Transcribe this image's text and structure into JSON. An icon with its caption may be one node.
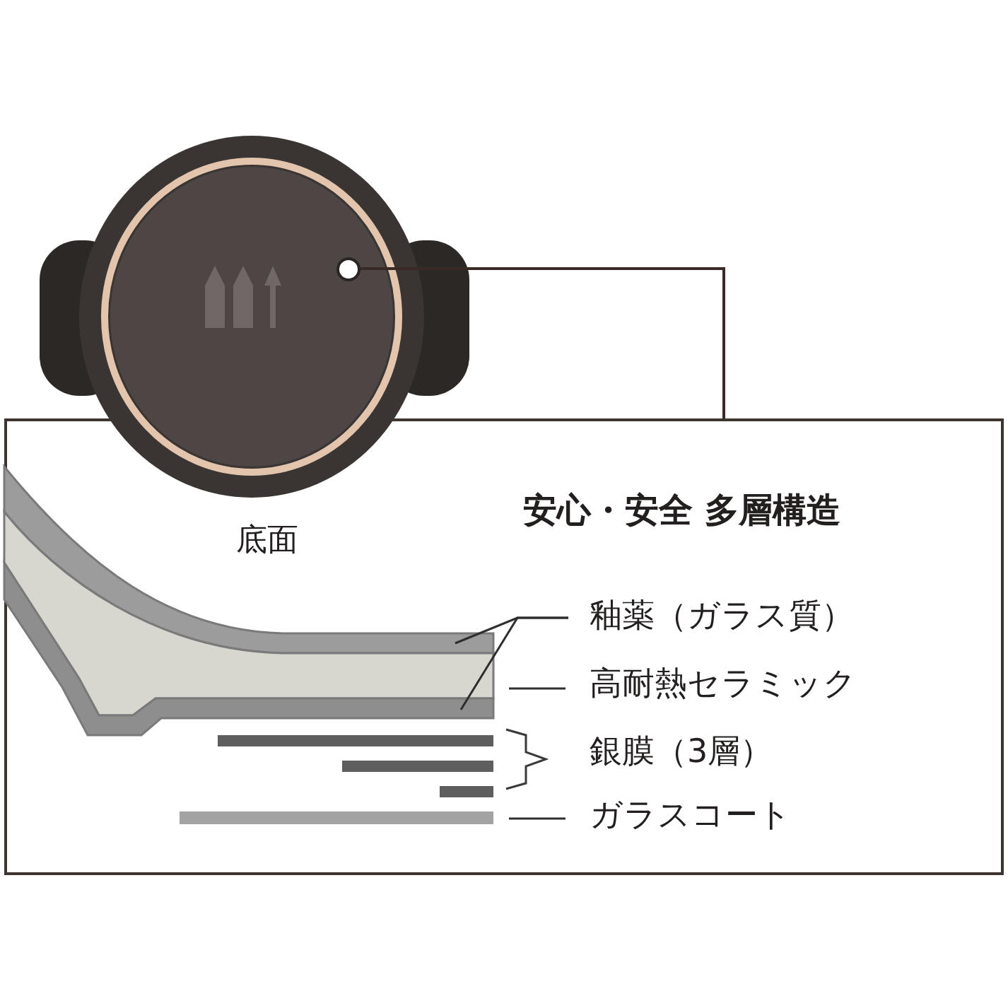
{
  "diagram": {
    "title": "安心・安全 多層構造",
    "nodes": [
      {
        "text": [],
        "shape": "picture"
      },
      {
        "text": [],
        "shape": "circle",
        "in": 0
      },
      {
        "text": [],
        "shape": "box"
      },
      {
        "text": [],
        "shape": "bar",
        "in": 2
      },
      {
        "text": [],
        "shape": "bar",
        "in": 2
      },
      {
        "text": [],
        "shape": "bar",
        "in": 2
      },
      {
        "text": [
          "釉薬（ガラス質）"
        ],
        "in": 2
      },
      {
        "text": [
          "高耐熱セラミック"
        ],
        "in": 2
      },
      {
        "text": [
          "ガラスコート"
        ],
        "in": 2
      },
      {
        "text": [],
        "shape": "bar",
        "in": 2
      }
    ],
    "edges": [
      {
        "from": 1,
        "to": 2,
        "arrow": "none"
      },
      {
        "from": 6,
        "to": 3,
        "arrow": "none"
      },
      {
        "from": 6,
        "to": 5,
        "arrow": "none"
      },
      {
        "from": 7,
        "to": 4,
        "arrow": "none"
      },
      {
        "from": 8,
        "to": 9,
        "arrow": "none"
      }
    ],
    "labels": [
      "底面",
      "銀膜（3層）"
    ]
  }
}
